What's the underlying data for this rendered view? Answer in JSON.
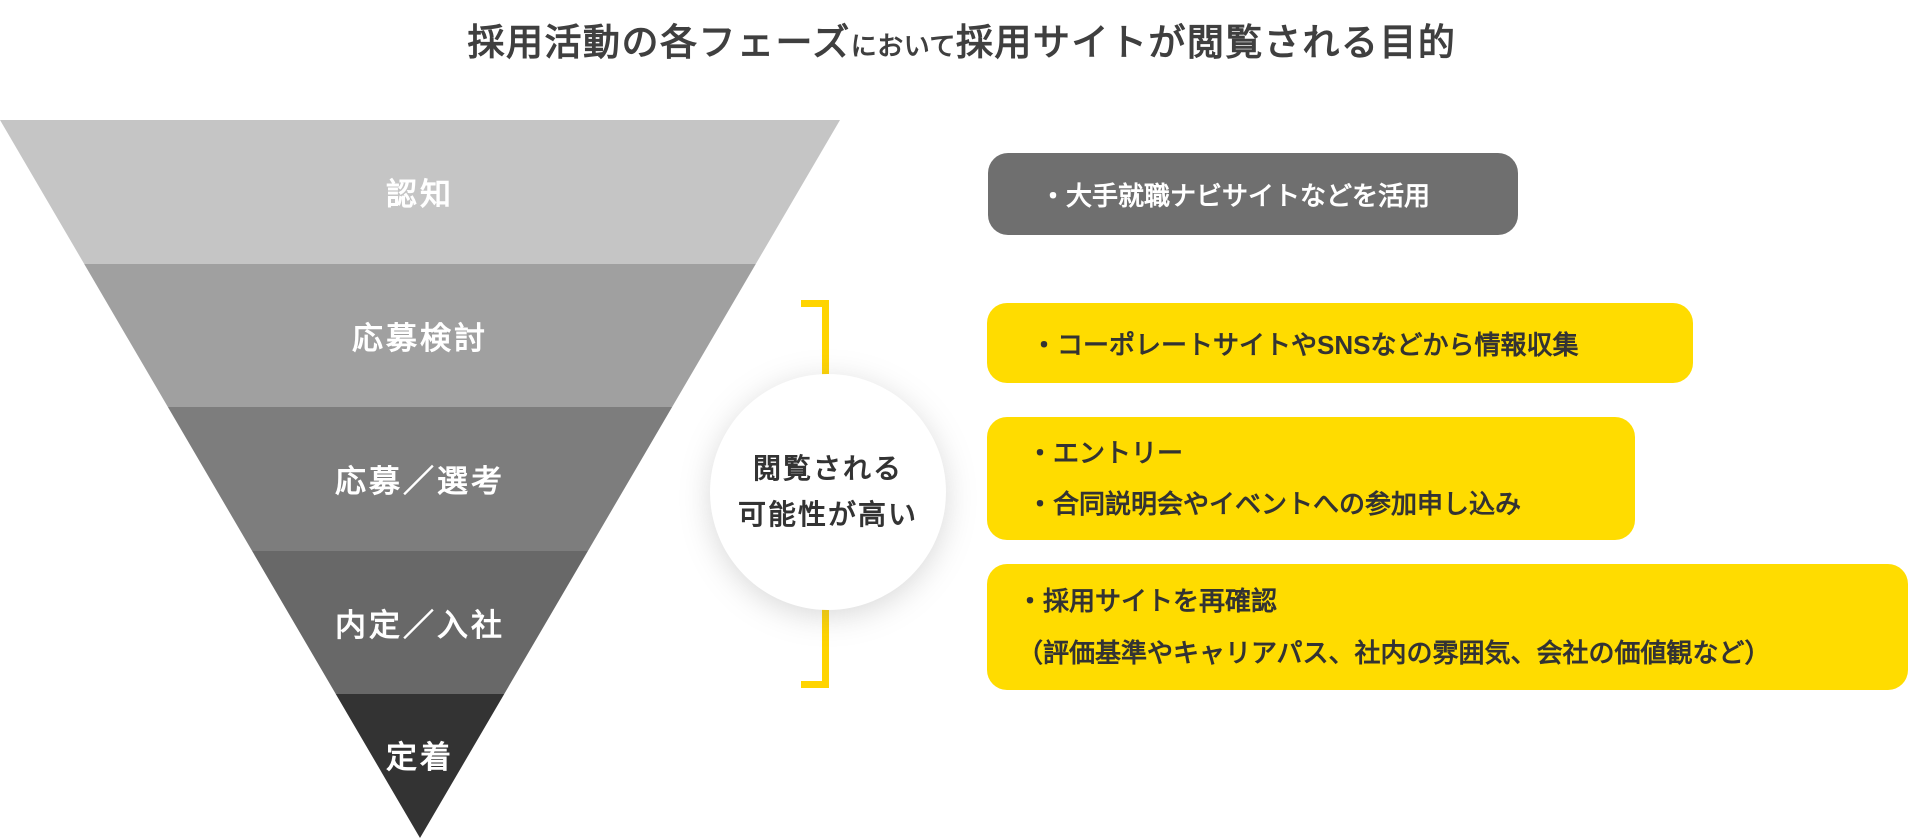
{
  "title": {
    "part1": "採用活動の各フェーズ",
    "part2": "において",
    "part3": "採用サイトが閲覧される目的"
  },
  "funnel": {
    "levels": [
      {
        "label": "認知",
        "color": "#c5c5c5"
      },
      {
        "label": "応募検討",
        "color": "#a0a0a0"
      },
      {
        "label": "応募／選考",
        "color": "#7d7d7d"
      },
      {
        "label": "内定／入社",
        "color": "#686868"
      },
      {
        "label": "定着",
        "color": "#333333"
      }
    ]
  },
  "highlight_circle": {
    "line1": "閲覧される",
    "line2": "可能性が高い",
    "background": "#ffffff",
    "text_color": "#333333"
  },
  "bracket": {
    "color": "#ffd400"
  },
  "notes": [
    {
      "style": "gray",
      "background": "#6f6f6f",
      "text_color": "#ffffff",
      "lines": [
        "・大手就職ナビサイトなどを活用"
      ]
    },
    {
      "style": "yellow",
      "background": "#ffdc00",
      "text_color": "#333333",
      "lines": [
        "・コーポレートサイトやSNSなどから情報収集"
      ]
    },
    {
      "style": "yellow",
      "background": "#ffdc00",
      "text_color": "#333333",
      "lines": [
        "・エントリー",
        "・合同説明会やイベントへの参加申し込み"
      ]
    },
    {
      "style": "yellow",
      "background": "#ffdc00",
      "text_color": "#333333",
      "lines": [
        "・採用サイトを再確認",
        "（評価基準やキャリアパス、社内の雰囲気、会社の価値観など）"
      ]
    }
  ]
}
